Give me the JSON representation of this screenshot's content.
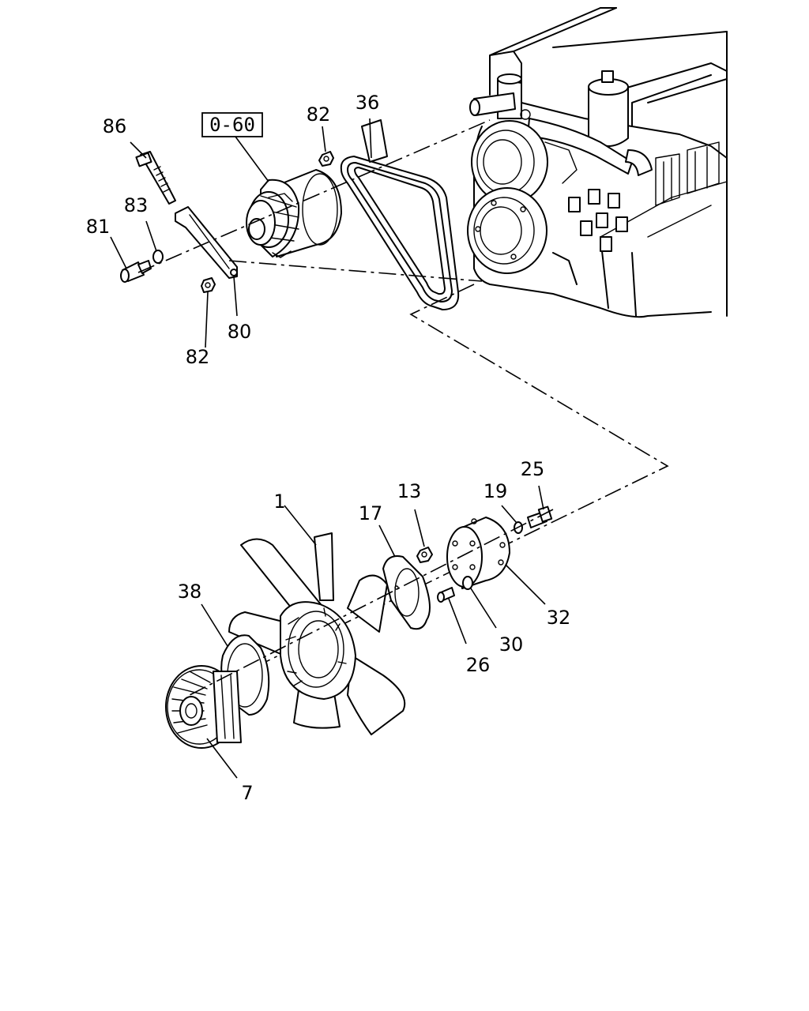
{
  "reference_box": "0-60",
  "callouts": {
    "c86": "86",
    "c83": "83",
    "c81": "81",
    "c82a": "82",
    "c82b": "82",
    "c80": "80",
    "c36": "36",
    "c1": "1",
    "c17": "17",
    "c13": "13",
    "c19": "19",
    "c25": "25",
    "c38": "38",
    "c32": "32",
    "c30": "30",
    "c26": "26",
    "c7": "7"
  }
}
